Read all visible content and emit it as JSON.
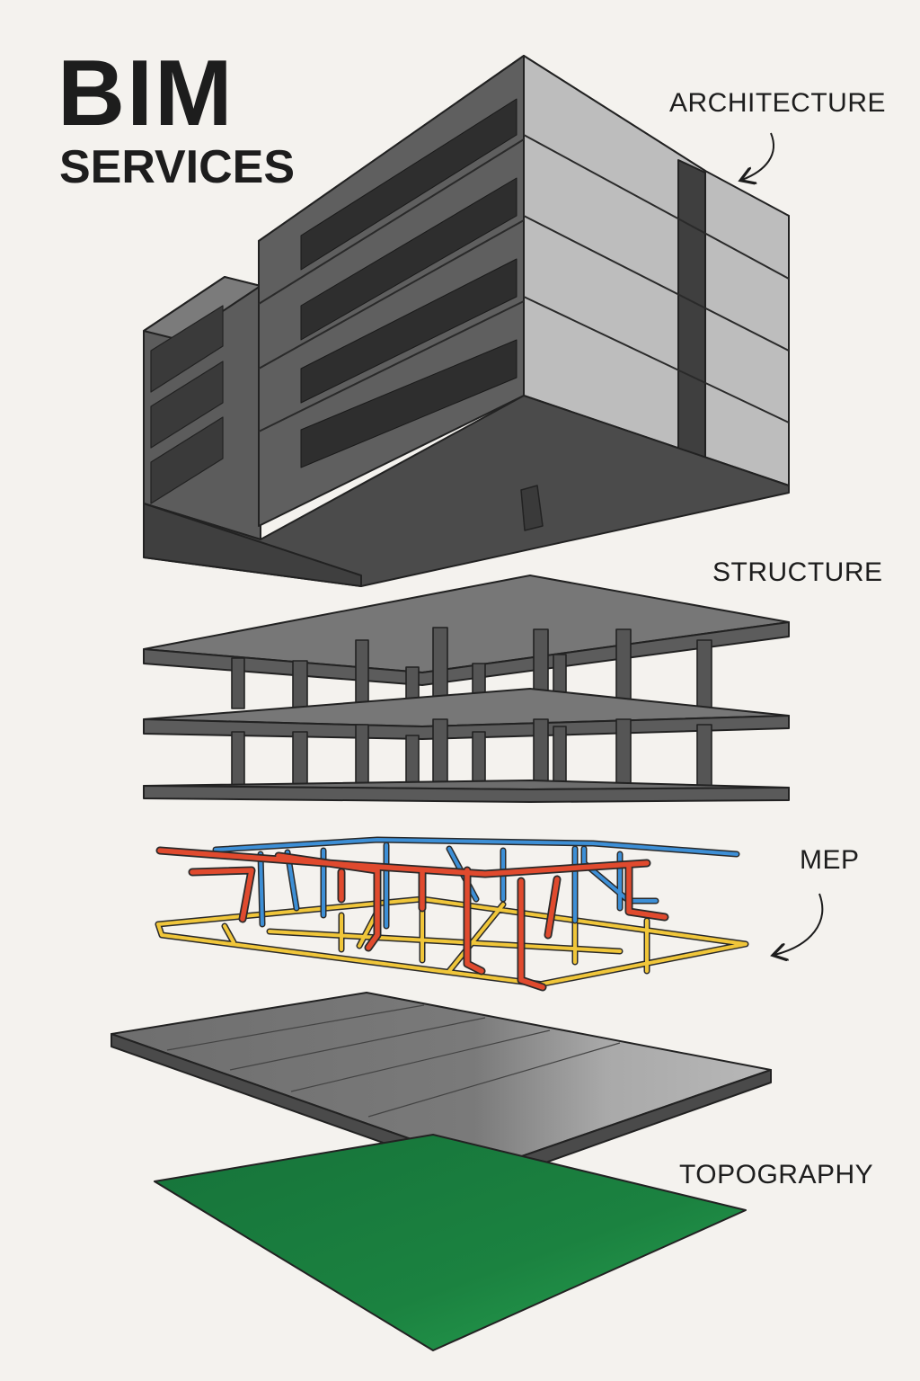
{
  "title": {
    "main": "BIM",
    "sub": "SERVICES"
  },
  "layers": {
    "architecture": "ARCHITECTURE",
    "structure": "STRUCTURE",
    "mep": "MEP",
    "topography": "TOPOGRAPHY"
  },
  "colors": {
    "background": "#f4f2ee",
    "ink": "#1d1d1d",
    "pipe_red": "#e04a2e",
    "pipe_blue": "#3d8fd6",
    "pipe_yellow": "#f0c63a",
    "ground_green": "#1f8a45"
  }
}
